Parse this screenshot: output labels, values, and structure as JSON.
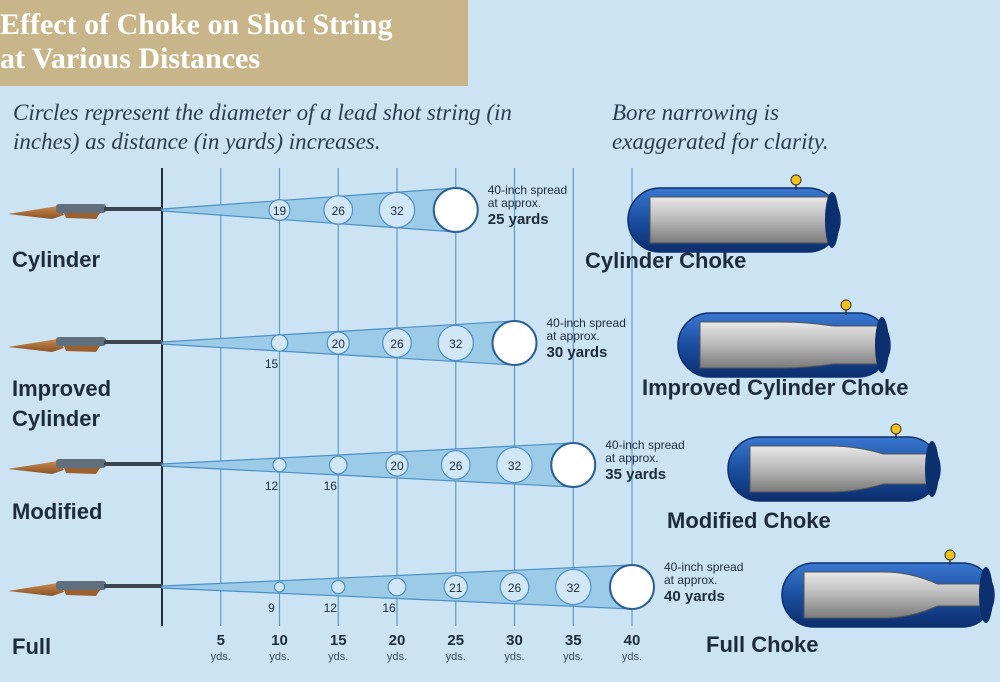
{
  "title": {
    "line1": "Effect of Choke on Shot String",
    "line2": "at Various Distances"
  },
  "captions": {
    "left_line1": "Circles represent the diameter of a lead shot string (in",
    "left_line2": "inches) as distance (in yards) increases.",
    "right_line1": "Bore narrowing is",
    "right_line2": "exaggerated for clarity."
  },
  "distance_axis": {
    "unit": "yds.",
    "ticks": [
      "5",
      "10",
      "15",
      "20",
      "25",
      "30",
      "35",
      "40"
    ]
  },
  "rows": [
    {
      "gun_label": [
        "Cylinder"
      ],
      "choke_label": "Cylinder Choke",
      "spread_text": "40-inch spread",
      "approx_text": "at approx.",
      "yards_text": "25 yards",
      "pattern": [
        {
          "yards": 10,
          "diameter": 19
        },
        {
          "yards": 15,
          "diameter": 26
        },
        {
          "yards": 20,
          "diameter": 32
        },
        {
          "yards": 25,
          "diameter": 40
        }
      ],
      "constriction": 0
    },
    {
      "gun_label": [
        "Improved",
        "Cylinder"
      ],
      "choke_label": "Improved Cylinder Choke",
      "spread_text": "40-inch spread",
      "approx_text": "at approx.",
      "yards_text": "30 yards",
      "pattern": [
        {
          "yards": 10,
          "diameter": 15
        },
        {
          "yards": 15,
          "diameter": 20
        },
        {
          "yards": 20,
          "diameter": 26
        },
        {
          "yards": 25,
          "diameter": 32
        },
        {
          "yards": 30,
          "diameter": 40
        }
      ],
      "constriction": 1
    },
    {
      "gun_label": [
        "Modified"
      ],
      "choke_label": "Modified Choke",
      "spread_text": "40-inch spread",
      "approx_text": "at approx.",
      "yards_text": "35 yards",
      "pattern": [
        {
          "yards": 10,
          "diameter": 12
        },
        {
          "yards": 15,
          "diameter": 16
        },
        {
          "yards": 20,
          "diameter": 20
        },
        {
          "yards": 25,
          "diameter": 26
        },
        {
          "yards": 30,
          "diameter": 32
        },
        {
          "yards": 35,
          "diameter": 40
        }
      ],
      "constriction": 2
    },
    {
      "gun_label": [
        "Full"
      ],
      "choke_label": "Full Choke",
      "spread_text": "40-inch spread",
      "approx_text": "at approx.",
      "yards_text": "40 yards",
      "pattern": [
        {
          "yards": 10,
          "diameter": 9
        },
        {
          "yards": 15,
          "diameter": 12
        },
        {
          "yards": 20,
          "diameter": 16
        },
        {
          "yards": 25,
          "diameter": 21
        },
        {
          "yards": 30,
          "diameter": 26
        },
        {
          "yards": 35,
          "diameter": 32
        },
        {
          "yards": 40,
          "diameter": 40
        }
      ],
      "constriction": 3
    }
  ],
  "colors": {
    "background": "#cbe3f3",
    "title_band": "#c8b68a",
    "cone_fill": "#9ccbe8",
    "line": "#4c8fc6",
    "choke_blue": "#1b4fa0",
    "bead": "#f0c21a"
  }
}
